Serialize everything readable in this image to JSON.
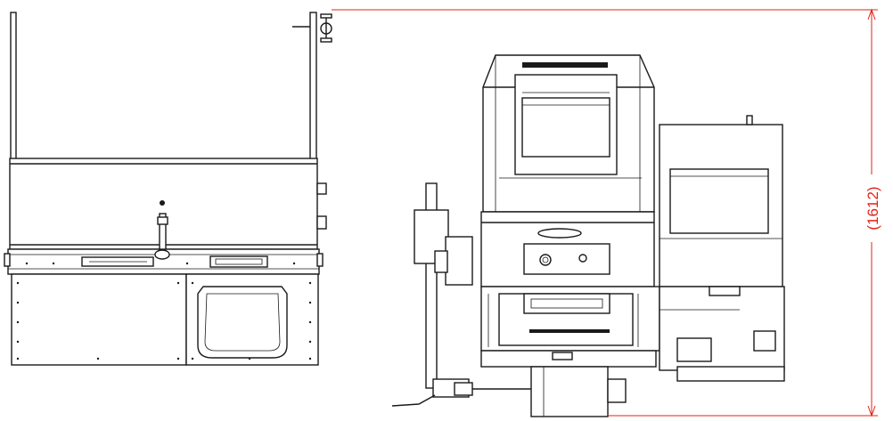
{
  "drawing": {
    "views": [
      "front-view",
      "side-view"
    ],
    "dimension": {
      "value": "1612",
      "label": "(1612)",
      "color": "#e2231a",
      "orientation": "vertical"
    },
    "line_color": "#1a1a1a",
    "background": "#ffffff"
  }
}
